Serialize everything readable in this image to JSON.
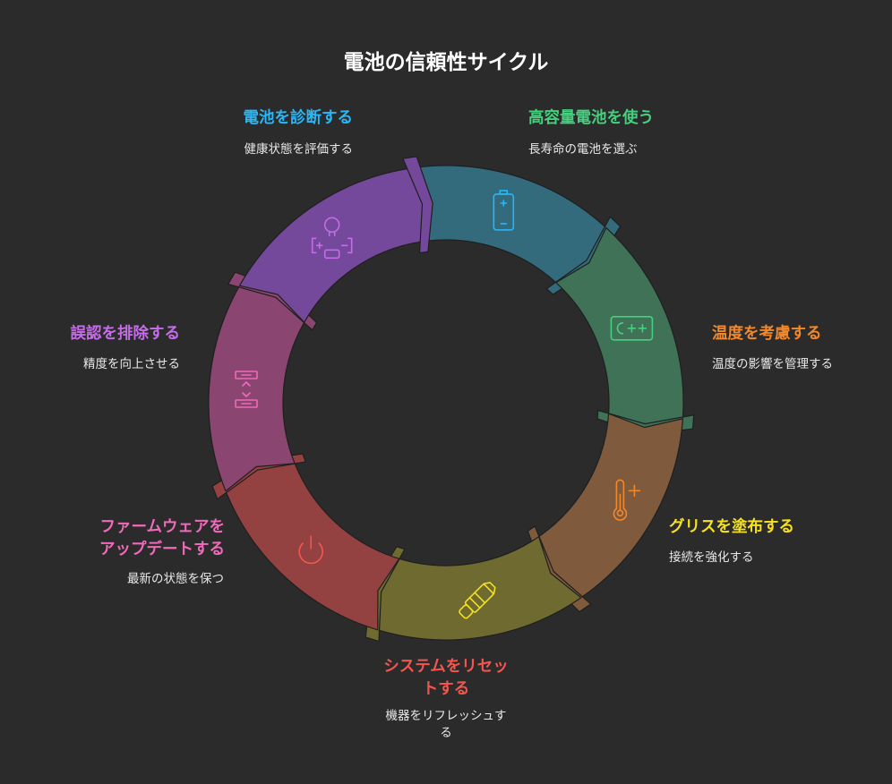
{
  "title": "電池の信頼性サイクル",
  "steps": [
    {
      "label": "電池を診断する",
      "desc": "健康状態を評価する",
      "color": "#29b6f6",
      "fill": "#336b7d",
      "icon": "battery-icon"
    },
    {
      "label": "高容量電池を使う",
      "desc": "長寿命の電池を選ぶ",
      "color": "#43d17e",
      "fill": "#3f7256",
      "icon": "c-plus-plus-icon"
    },
    {
      "label": "温度を考慮する",
      "desc": "温度の影響を管理する",
      "color": "#f0882e",
      "fill": "#7f5a3c",
      "icon": "thermometer-icon"
    },
    {
      "label": "グリスを塗布する",
      "desc": "接続を強化する",
      "color": "#f5e11e",
      "fill": "#6e6a30",
      "icon": "grease-tube-icon"
    },
    {
      "label": "システムをリセットする",
      "label_lines": [
        "システムをリセッ",
        "トする"
      ],
      "desc": "機器をリフレッシュする",
      "desc_lines": [
        "機器をリフレッシュす",
        "る"
      ],
      "color": "#f4564f",
      "fill": "#934141",
      "icon": "power-icon"
    },
    {
      "label": "ファームウェアをアップデートする",
      "label_lines": [
        "ファームウェアを",
        "アップデートする"
      ],
      "desc": "最新の状態を保つ",
      "color": "#f06aba",
      "fill": "#8a4570",
      "icon": "firmware-update-icon"
    },
    {
      "label": "誤認を排除する",
      "desc": "精度を向上させる",
      "color": "#c56ce8",
      "fill": "#74489a",
      "icon": "lightbulb-battery-icon"
    }
  ]
}
